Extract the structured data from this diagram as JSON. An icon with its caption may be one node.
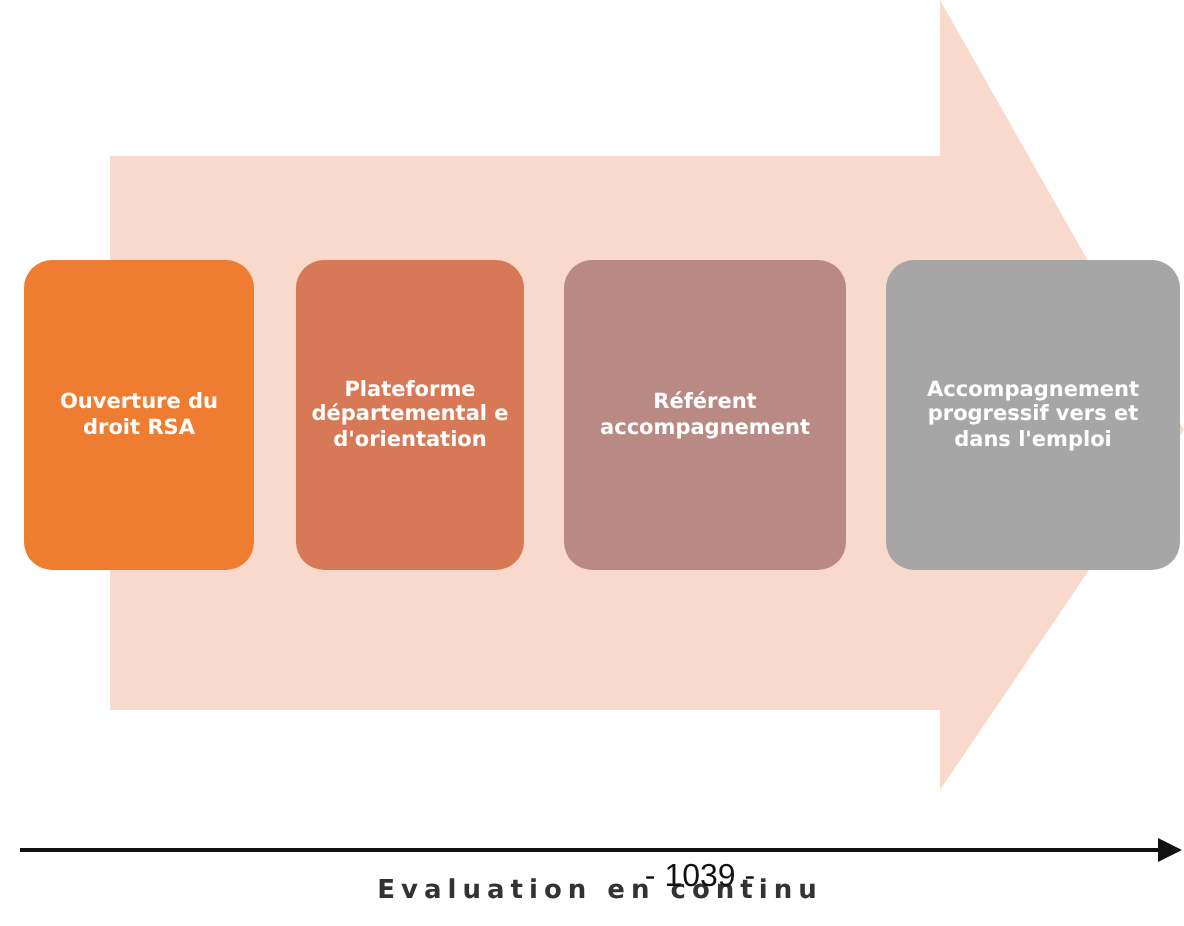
{
  "diagram": {
    "nodes": [
      {
        "text": [
          "Ouverture du droit RSA"
        ]
      },
      {
        "text": [
          "Plateforme départemental e d'orientation"
        ]
      },
      {
        "text": [
          "Référent accompagnement"
        ]
      },
      {
        "text": [
          "Accompagnement progressif vers et dans l'emploi"
        ]
      }
    ],
    "edges": [
      {
        "from": 0,
        "to": 3,
        "arrow": "to"
      }
    ],
    "labels": [
      "Evaluation en continu",
      "- 1039 -"
    ]
  }
}
